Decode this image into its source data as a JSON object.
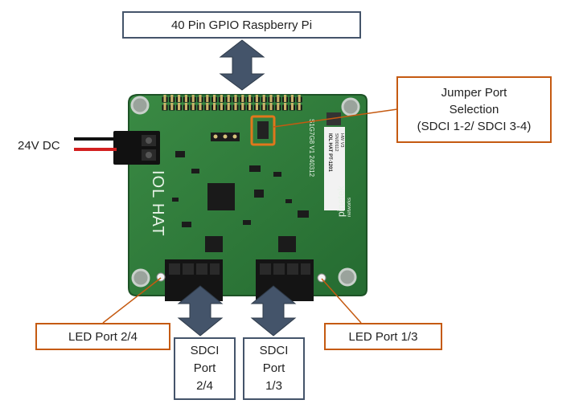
{
  "labels": {
    "gpio": "40 Pin GPIO Raspberry Pi",
    "jumper_line1": "Jumper Port",
    "jumper_line2": "Selection",
    "jumper_line3": "(SDCI 1-2/ SDCI 3-4)",
    "power": "24V DC",
    "led_left": "LED Port 2/4",
    "led_right": "LED Port 1/3",
    "sdci_left_1": "SDCI",
    "sdci_left_2": "Port",
    "sdci_left_3": "2/4",
    "sdci_right_1": "SDCI",
    "sdci_right_2": "Port",
    "sdci_right_3": "1/3"
  },
  "board": {
    "silk_title": "IOL HAT",
    "silk_model": "IOL HAT PT-1201",
    "silk_serial": "SN00112",
    "silk_hw": "HW V3",
    "silk_brand": "pinetek",
    "silk_brand_sub": "networks",
    "silk_code": "S1G7G8 V1 240312"
  },
  "colors": {
    "blue_border": "#44546a",
    "orange_border": "#c55a11",
    "arrow_fill": "#44546a",
    "pcb_green": "#2f7d3a"
  }
}
